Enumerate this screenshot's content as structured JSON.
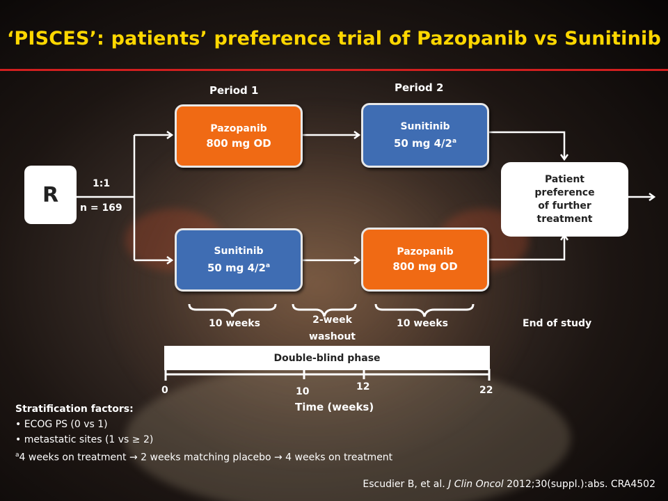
{
  "title": "‘PISCES’: patients’ preference trial of Pazopanib vs Sunitinib",
  "periods": {
    "period1": "Period 1",
    "period2": "Period 2"
  },
  "randomization": {
    "label": "R",
    "ratio": "1:1",
    "n": "n = 169"
  },
  "arms": {
    "top_period1": {
      "drug": "Pazopanib",
      "dose": "800 mg OD",
      "color": "#F06A14"
    },
    "top_period2": {
      "drug": "Sunitinib",
      "dose": "50 mg 4/2",
      "footnote_mark": "a",
      "color": "#3F6DB3"
    },
    "bottom_period1": {
      "drug": "Sunitinib",
      "dose": "50 mg 4/2",
      "footnote_mark": "a",
      "color": "#3F6DB3"
    },
    "bottom_period2": {
      "drug": "Pazopanib",
      "dose": "800 mg OD",
      "color": "#F06A14"
    }
  },
  "preference_box": {
    "line1": "Patient",
    "line2": "preference",
    "line3": "of further",
    "line4": "treatment"
  },
  "durations": {
    "period1": "10 weeks",
    "washout_line1": "2-week",
    "washout_line2": "washout",
    "period2": "10 weeks",
    "end": "End of study"
  },
  "phase": {
    "label": "Double-blind  phase"
  },
  "timeline": {
    "ticks": [
      "0",
      "10",
      "12",
      "22"
    ],
    "axis_label": "Time (weeks)"
  },
  "stratification": {
    "heading": "Stratification factors:",
    "items": [
      "• ECOG PS (0 vs 1)",
      "• metastatic sites (1 vs ≥ 2)"
    ],
    "footnote_mark": "a",
    "footnote": "4 weeks on treatment → 2 weeks matching placebo → 4 weeks on treatment"
  },
  "citation": {
    "authors": "Escudier B, et al. ",
    "journal": "J Clin Oncol",
    "details": " 2012;30(suppl.):abs. CRA4502"
  },
  "colors": {
    "title": "#FFD700",
    "rule": "#D21F1F",
    "orange": "#F06A14",
    "blue": "#3F6DB3"
  }
}
